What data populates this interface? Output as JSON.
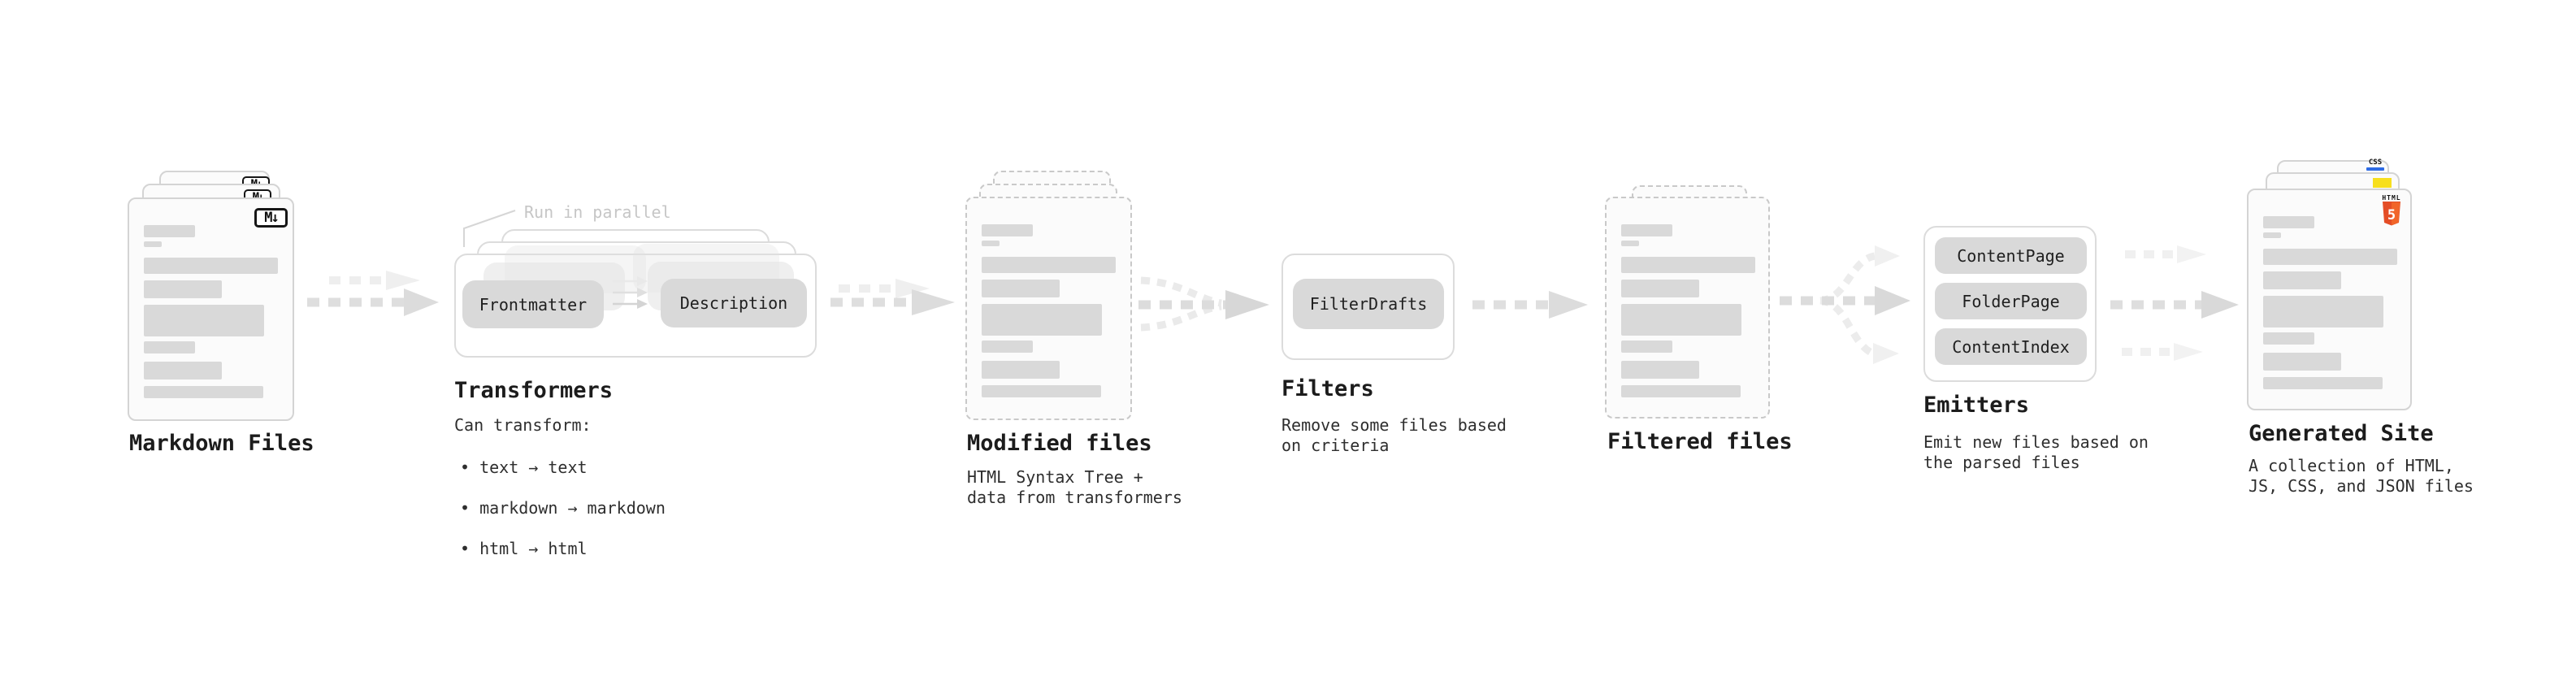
{
  "colors": {
    "background": "#ffffff",
    "card_border": "#d4d4d4",
    "dashed_border": "#c9c9c9",
    "placeholder_bar": "#d9d9d9",
    "chip_bg": "#d9d9d9",
    "arrow_dark": "#dedede",
    "arrow_light": "#ededed",
    "annotation_text": "#c6c6c6",
    "heading_text": "#1c1c1c",
    "html5_orange": "#e44d26",
    "js_yellow": "#f7df1e",
    "css_blue": "#2e6be5"
  },
  "stages": {
    "markdown": {
      "label": "Markdown Files",
      "icon": "M↓"
    },
    "transformers": {
      "label": "Transformers",
      "annotation": "Run in parallel",
      "chips": {
        "left": "Frontmatter",
        "right": "Description"
      },
      "description": "Can transform:",
      "bullets": [
        "• text → text",
        "• markdown → markdown",
        "• html → html"
      ]
    },
    "modified": {
      "label": "Modified files",
      "description": "HTML Syntax Tree +\ndata from transformers"
    },
    "filters": {
      "label": "Filters",
      "chip": "FilterDrafts",
      "description": "Remove some files based\non criteria"
    },
    "filtered": {
      "label": "Filtered files"
    },
    "emitters": {
      "label": "Emitters",
      "chips": [
        "ContentPage",
        "FolderPage",
        "ContentIndex"
      ],
      "description": "Emit new files based on\nthe parsed files"
    },
    "generated": {
      "label": "Generated Site",
      "description": "A collection of HTML,\nJS, CSS, and JSON files",
      "badges": {
        "css": "CSS",
        "html_label": "HTML",
        "html_number": "5"
      }
    }
  }
}
